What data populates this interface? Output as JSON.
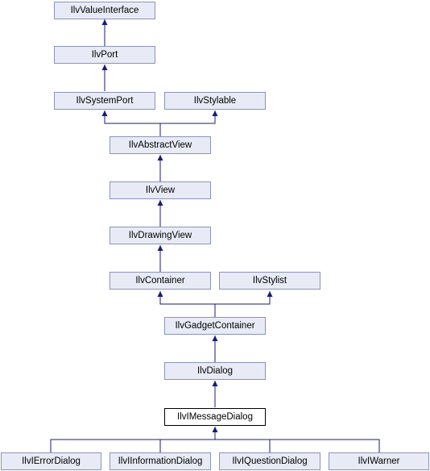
{
  "diagram": {
    "nodes": {
      "value_interface": "IlvValueInterface",
      "port": "IlvPort",
      "system_port": "IlvSystemPort",
      "stylable": "IlvStylable",
      "abstract_view": "IlvAbstractView",
      "view": "IlvView",
      "drawing_view": "IlvDrawingView",
      "container": "IlvContainer",
      "stylist": "IlvStylist",
      "gadget_container": "IlvGadgetContainer",
      "dialog": "IlvDialog",
      "message_dialog": "IlvIMessageDialog",
      "error_dialog": "IlvIErrorDialog",
      "information_dialog": "IlvIInformationDialog",
      "question_dialog": "IlvIQuestionDialog",
      "warner": "IlvIWarner"
    },
    "colors": {
      "edge": "#1a1a7a",
      "node_fill": "#e8ebf5",
      "node_border": "#8a94b8",
      "current_border": "#000000"
    }
  }
}
